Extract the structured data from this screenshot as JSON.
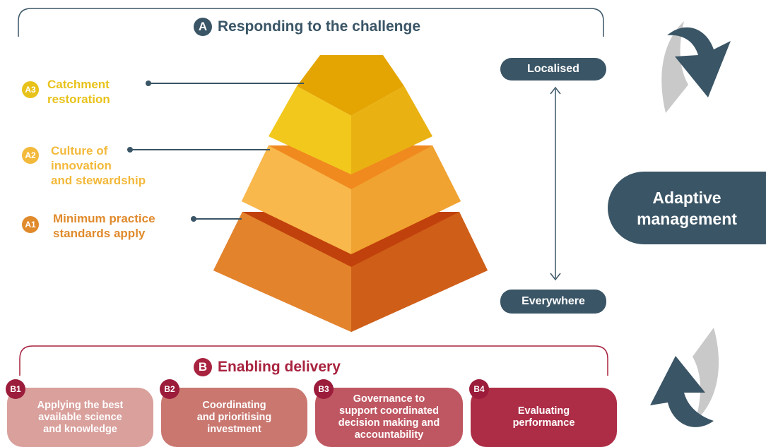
{
  "section_a": {
    "badge": "A",
    "title": "Responding to the challenge",
    "color": "#3a5566"
  },
  "levels": [
    {
      "badge": "A3",
      "label": "Catchment\nrestoration",
      "color": "#e8c21a"
    },
    {
      "badge": "A2",
      "label": "Culture of\ninnovation\nand stewardship",
      "color": "#f3b93b"
    },
    {
      "badge": "A1",
      "label": "Minimum practice\nstandards apply",
      "color": "#e08a2c"
    }
  ],
  "scale": {
    "top": "Localised",
    "bottom": "Everywhere"
  },
  "adaptive": {
    "label": "Adaptive\nmanagement"
  },
  "section_b": {
    "badge": "B",
    "title": "Enabling delivery",
    "color": "#a8233f"
  },
  "enablers": [
    {
      "badge": "B1",
      "label": "Applying the best\navailable science\nand knowledge",
      "color": "#d9a09c"
    },
    {
      "badge": "B2",
      "label": "Coordinating\nand prioritising\ninvestment",
      "color": "#c9776f"
    },
    {
      "badge": "B3",
      "label": "Governance to\nsupport coordinated\ndecision making and\naccountability",
      "color": "#bf5762"
    },
    {
      "badge": "B4",
      "label": "Evaluating\nperformance",
      "color": "#ad2d46"
    }
  ],
  "colors": {
    "dark": "#3a5566",
    "crimson": "#a8233f"
  }
}
